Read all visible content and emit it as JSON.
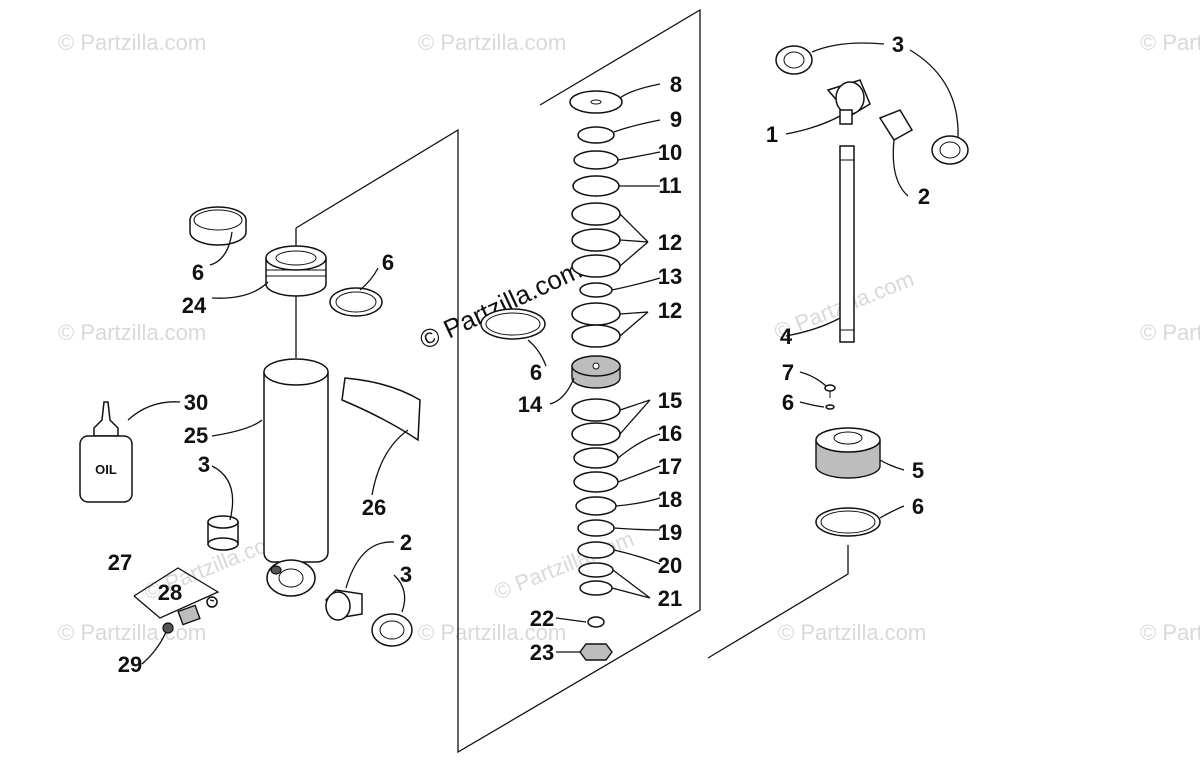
{
  "watermark": {
    "main": "© Partzilla.com",
    "faint": "© Partzilla.com"
  },
  "oil_bottle_text": "OIL",
  "callouts": {
    "c1": "1",
    "c2a": "2",
    "c2b": "2",
    "c3a": "3",
    "c3b": "3",
    "c3c": "3",
    "c4": "4",
    "c5": "5",
    "c6a": "6",
    "c6b": "6",
    "c6c": "6",
    "c6d": "6",
    "c6e": "6",
    "c7": "7",
    "c8": "8",
    "c9": "9",
    "c10": "10",
    "c11": "11",
    "c12a": "12",
    "c12b": "12",
    "c13": "13",
    "c14": "14",
    "c15": "15",
    "c16": "16",
    "c17": "17",
    "c18": "18",
    "c19": "19",
    "c20": "20",
    "c21": "21",
    "c22": "22",
    "c23": "23",
    "c24": "24",
    "c25": "25",
    "c26": "26",
    "c27": "27",
    "c28": "28",
    "c29": "29",
    "c30": "30"
  }
}
